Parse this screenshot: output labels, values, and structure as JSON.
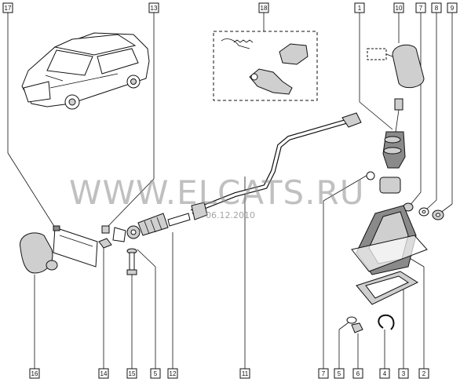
{
  "watermark": {
    "site": "WWW.ELCATS.RU",
    "date": "06.12.2010"
  },
  "callouts": {
    "top": [
      "17",
      "13",
      "18",
      "1",
      "10",
      "7",
      "8",
      "9"
    ],
    "bottom": [
      "16",
      "14",
      "15",
      "5",
      "12",
      "11",
      "7",
      "5",
      "6",
      "4",
      "3",
      "2"
    ]
  }
}
